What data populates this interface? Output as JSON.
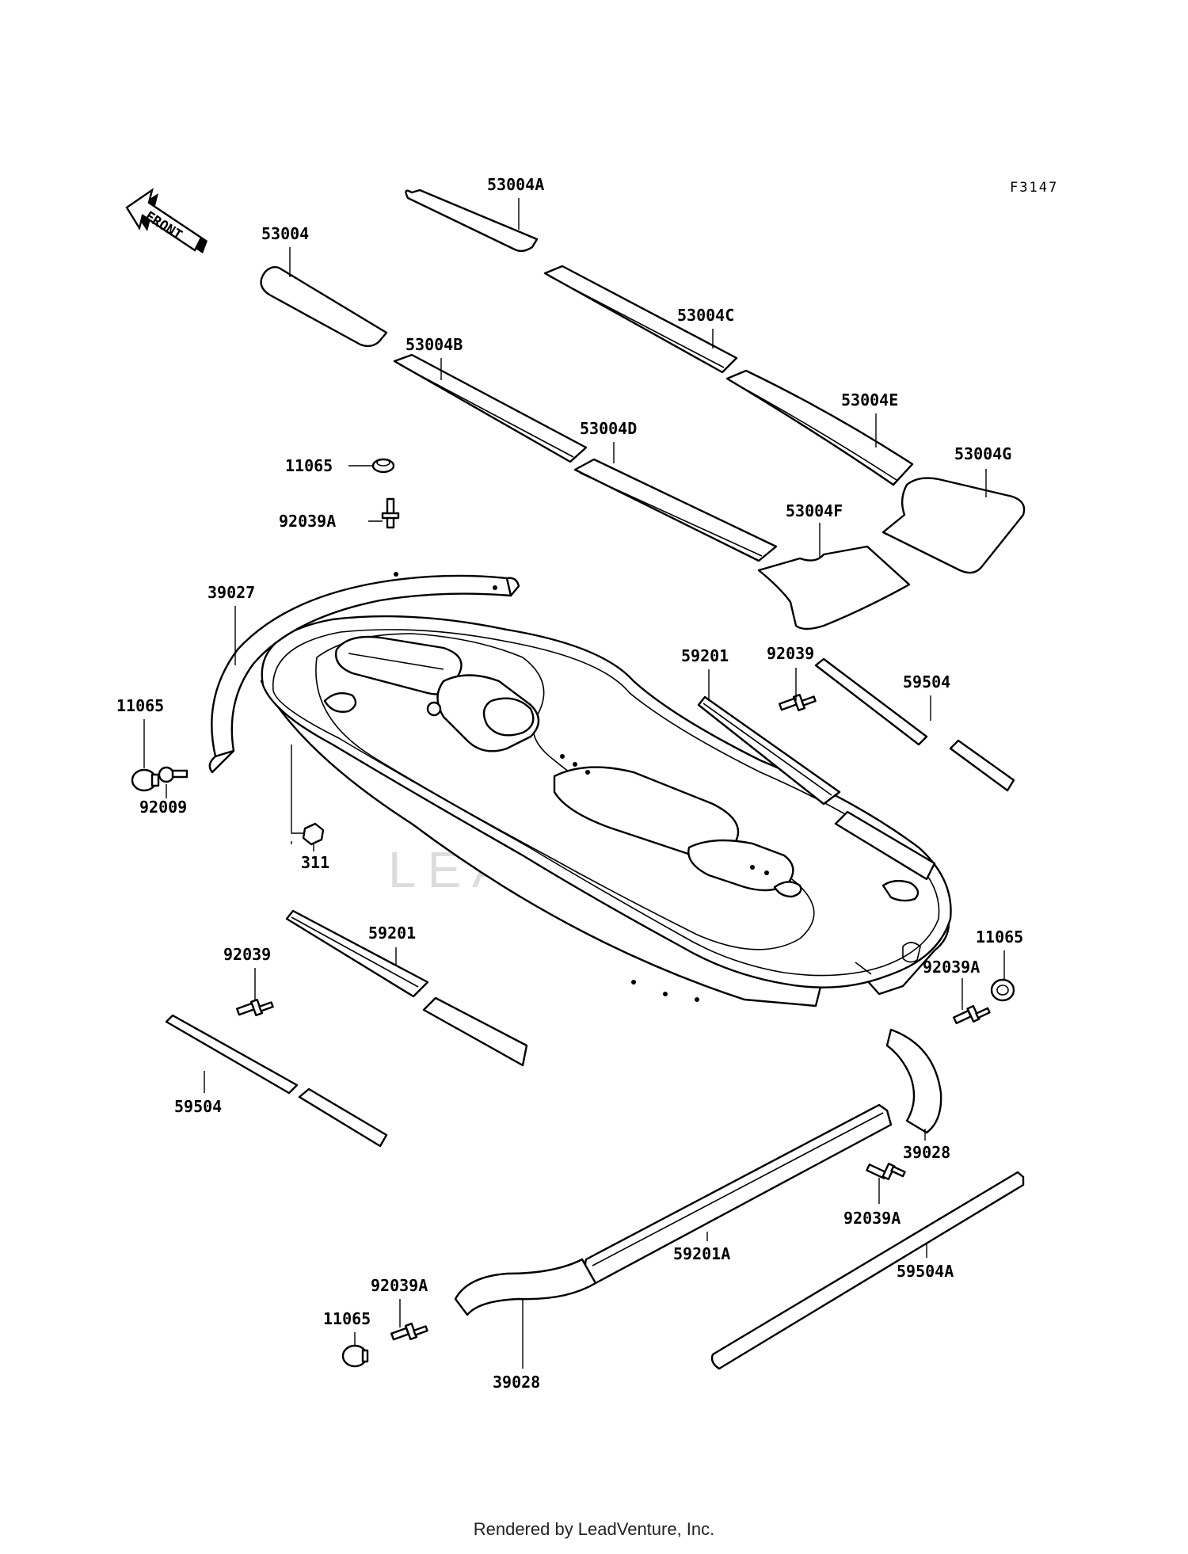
{
  "diagram": {
    "figure_code": "F3147",
    "front_arrow_label": "FRONT",
    "watermark": "LEADVENTURE",
    "labels": {
      "l_53004A": "53004A",
      "l_53004": "53004",
      "l_53004C": "53004C",
      "l_53004B": "53004B",
      "l_53004E": "53004E",
      "l_53004D": "53004D",
      "l_53004G": "53004G",
      "l_53004F": "53004F",
      "l_11065_top": "11065",
      "l_92039A_top": "92039A",
      "l_39027": "39027",
      "l_11065_left": "11065",
      "l_92009": "92009",
      "l_311": "311",
      "l_59201_right": "59201",
      "l_92039_right": "92039",
      "l_59504_right": "59504",
      "l_59201_left": "59201",
      "l_92039_left": "92039",
      "l_59504_left": "59504",
      "l_11065_right": "11065",
      "l_92039A_right": "92039A",
      "l_39028_right": "39028",
      "l_92039A_mid": "92039A",
      "l_59201A": "59201A",
      "l_59504A": "59504A",
      "l_92039A_bottom": "92039A",
      "l_11065_bottom": "11065",
      "l_39028_bottom": "39028"
    }
  },
  "footer": {
    "text": "Rendered by LeadVenture, Inc."
  }
}
